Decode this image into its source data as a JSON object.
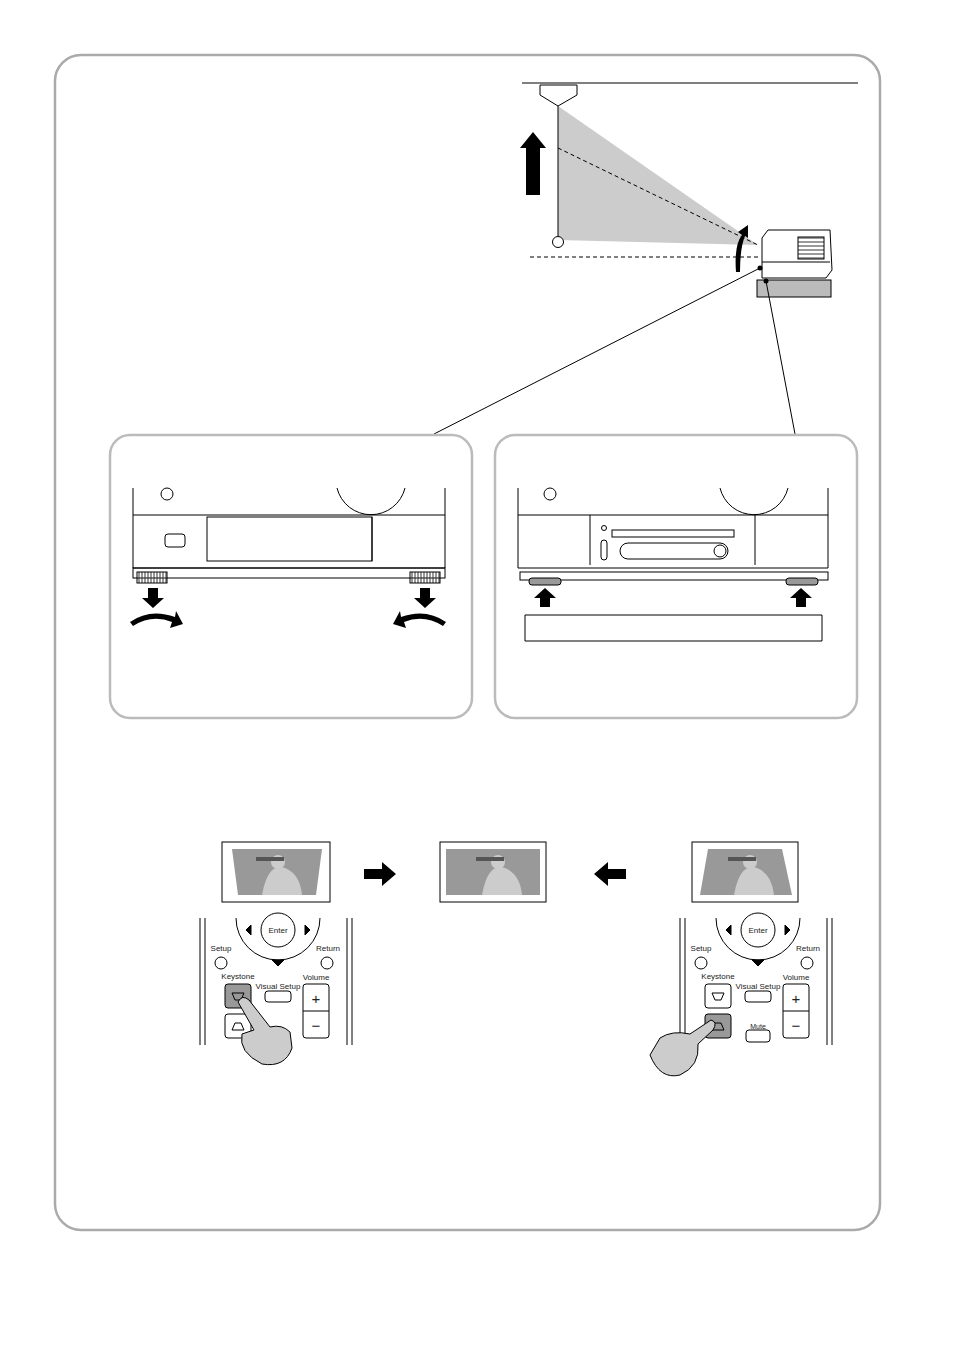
{
  "diagram": {
    "labels": [
      "Enter",
      "Setup",
      "Return",
      "Keystone",
      "Visual Setup",
      "Volume",
      "+",
      "−",
      "Enter",
      "Setup",
      "Return",
      "Keystone",
      "Visual Setup",
      "Volume",
      "+",
      "Mute",
      "−"
    ]
  }
}
